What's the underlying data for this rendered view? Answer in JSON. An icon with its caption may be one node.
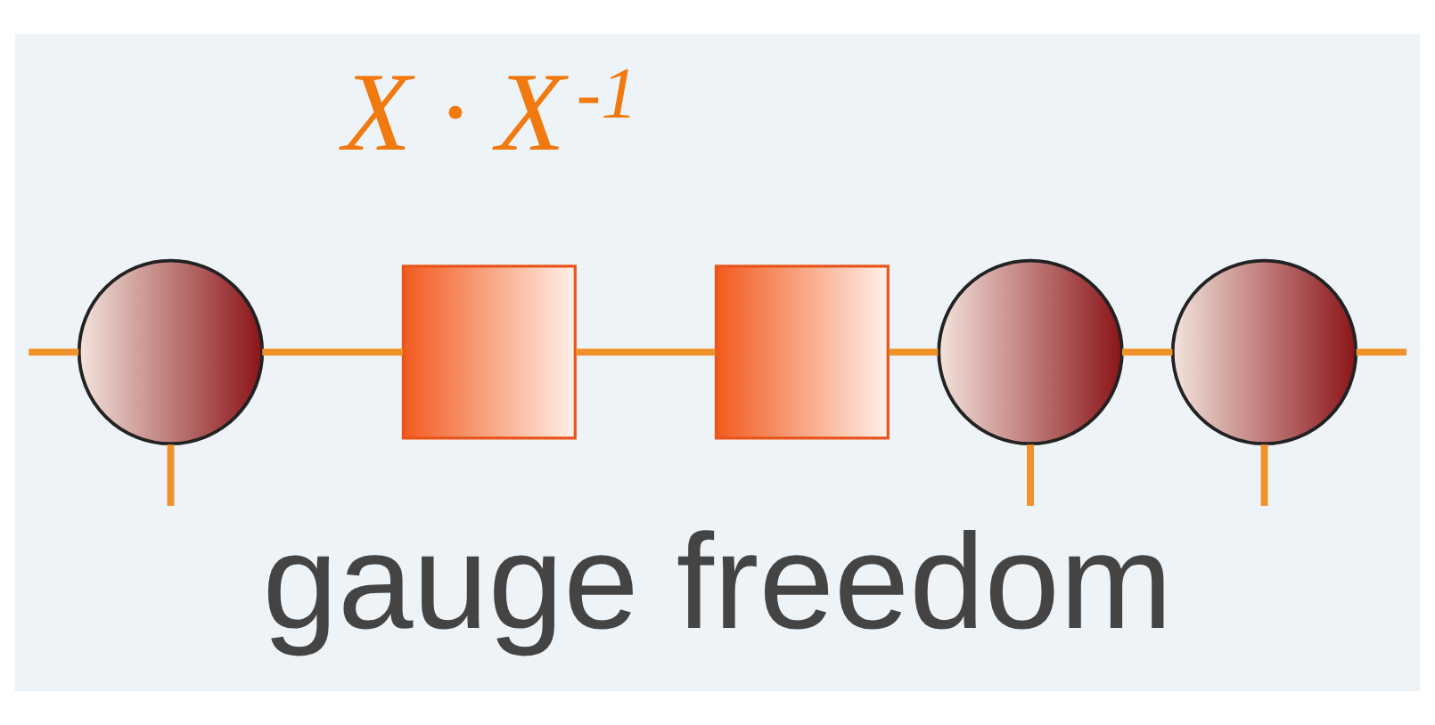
{
  "diagram": {
    "caption": "gauge freedom",
    "nodes": [
      {
        "text": [],
        "shape": "circle"
      },
      {
        "text": [],
        "shape": "box"
      },
      {
        "text": [],
        "shape": "box"
      },
      {
        "text": [],
        "shape": "circle"
      },
      {
        "text": [],
        "shape": "circle"
      }
    ],
    "edges": [
      {
        "from": null,
        "to": 0,
        "arrow": "none"
      },
      {
        "from": 0,
        "to": null,
        "arrow": "none"
      },
      {
        "from": 0,
        "to": 1,
        "arrow": "none"
      },
      {
        "from": 1,
        "to": 2,
        "arrow": "none"
      },
      {
        "from": 2,
        "to": 3,
        "arrow": "none"
      },
      {
        "from": 3,
        "to": null,
        "arrow": "none"
      },
      {
        "from": 3,
        "to": 4,
        "arrow": "none"
      },
      {
        "from": 4,
        "to": null,
        "arrow": "none"
      },
      {
        "from": 4,
        "to": null,
        "arrow": "none"
      }
    ],
    "labels": [
      "X · X$^{-1}$"
    ]
  }
}
